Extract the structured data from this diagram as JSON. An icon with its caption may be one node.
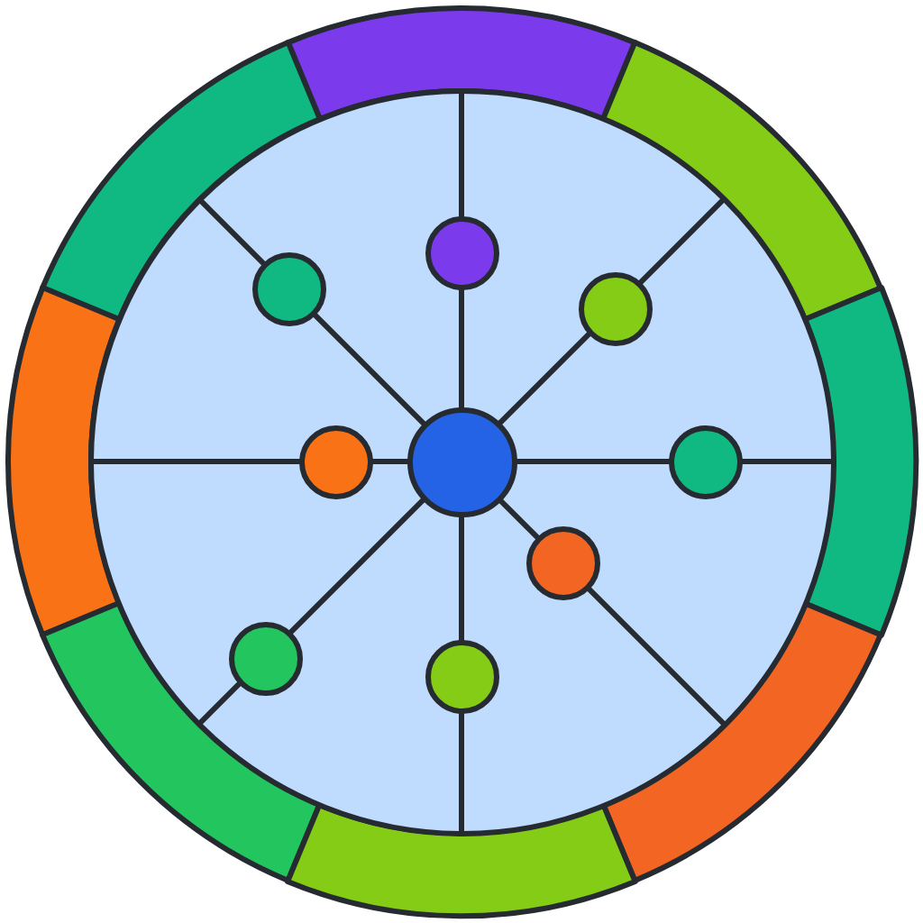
{
  "diagram": {
    "nodes": [
      {
        "text": [],
        "shape": "band"
      },
      {
        "text": [],
        "shape": "band"
      },
      {
        "text": [],
        "shape": "band"
      },
      {
        "text": [],
        "shape": "band"
      },
      {
        "text": [],
        "shape": "band"
      },
      {
        "text": [],
        "shape": "band"
      },
      {
        "text": [],
        "shape": "band"
      },
      {
        "text": [],
        "shape": "band"
      },
      {
        "text": [],
        "shape": "circle"
      },
      {
        "text": [],
        "shape": "circle",
        "in": 8
      },
      {
        "text": [],
        "shape": "circle",
        "in": 8
      },
      {
        "text": [],
        "shape": "circle",
        "in": 8
      },
      {
        "text": [],
        "shape": "circle",
        "in": 8
      },
      {
        "text": [],
        "shape": "circle",
        "in": 8
      },
      {
        "text": [],
        "shape": "circle",
        "in": 8
      },
      {
        "text": [],
        "shape": "circle",
        "in": 8
      },
      {
        "text": [],
        "shape": "circle",
        "in": 8
      },
      {
        "text": [],
        "shape": "circle",
        "in": 8
      }
    ],
    "edges": [
      {
        "from": 9,
        "to": 10,
        "arrow": "none"
      },
      {
        "from": 10,
        "to": 8,
        "arrow": "none"
      },
      {
        "from": 9,
        "to": 11,
        "arrow": "none"
      },
      {
        "from": 11,
        "to": 8,
        "arrow": "none"
      },
      {
        "from": 9,
        "to": 12,
        "arrow": "none"
      },
      {
        "from": 12,
        "to": 8,
        "arrow": "none"
      },
      {
        "from": 9,
        "to": 13,
        "arrow": "none"
      },
      {
        "from": 13,
        "to": 8,
        "arrow": "none"
      },
      {
        "from": 9,
        "to": 14,
        "arrow": "none"
      },
      {
        "from": 14,
        "to": 8,
        "arrow": "none"
      },
      {
        "from": 9,
        "to": 15,
        "arrow": "none"
      },
      {
        "from": 15,
        "to": 8,
        "arrow": "none"
      },
      {
        "from": 9,
        "to": 16,
        "arrow": "none"
      },
      {
        "from": 16,
        "to": 8,
        "arrow": "none"
      },
      {
        "from": 9,
        "to": 17,
        "arrow": "none"
      },
      {
        "from": 17,
        "to": 8,
        "arrow": "none"
      }
    ]
  }
}
